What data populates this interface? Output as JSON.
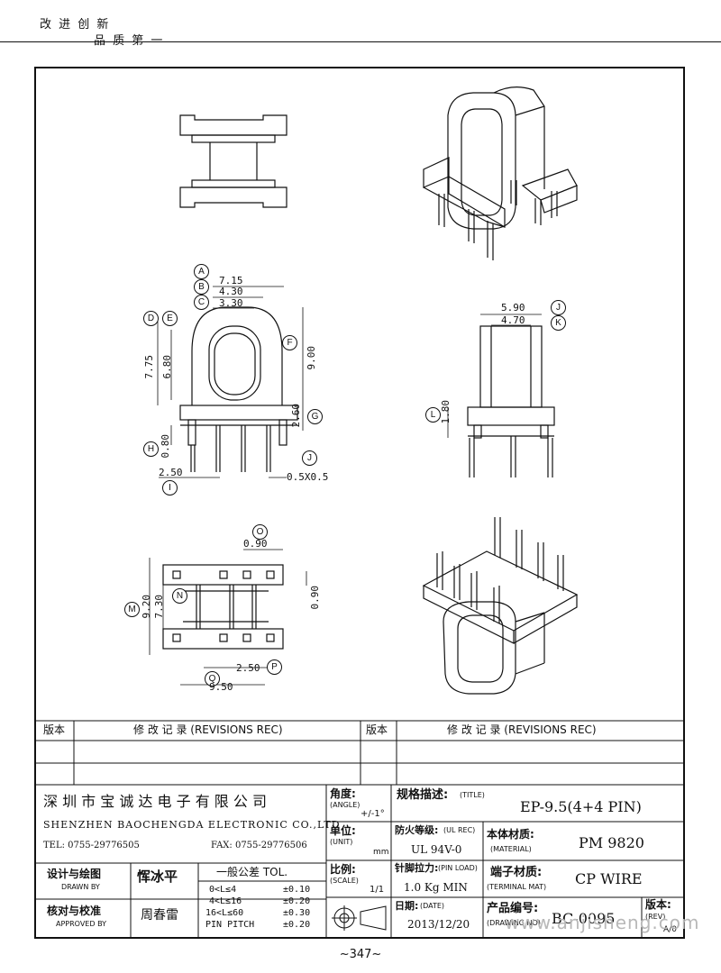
{
  "slogan": {
    "line1": "改 进 创 新",
    "line2": "品 质 第 一"
  },
  "labels": {
    "A": "A",
    "B": "B",
    "C": "C",
    "D": "D",
    "E": "E",
    "F": "F",
    "G": "G",
    "H": "H",
    "I": "I",
    "J": "J",
    "K": "K",
    "L": "L",
    "M": "M",
    "N": "N",
    "O": "O",
    "P": "P",
    "Q": "Q"
  },
  "dims": {
    "d715": "7.15",
    "d430": "4.30",
    "d330": "3.30",
    "d775": "7.75",
    "d680": "6.80",
    "d900": "9.00",
    "d260": "2.60",
    "d080": "0.80",
    "d250": "2.50",
    "d05x05": "0.5X0.5",
    "d590": "5.90",
    "d470": "4.70",
    "d180": "1.80",
    "d090a": "0.90",
    "d090b": "0.90",
    "d920": "9.20",
    "d730": "7.30",
    "d250b": "2.50",
    "d950": "9.50"
  },
  "table": {
    "rev_label": "版本",
    "rev_rec": "修 改 记 录  (REVISIONS REC)",
    "rev_label2": "版本",
    "rev_rec2": "修 改 记 录  (REVISIONS REC)",
    "company_cn": "深 圳 市 宝 诚 达 电 子 有 限 公 司",
    "company_en": "SHENZHEN BAOCHENGDA ELECTRONIC CO.,LTD",
    "tel": "TEL: 0755-29776505",
    "fax": "FAX: 0755-29776506",
    "angle_cn": "角度:",
    "angle_en": "(ANGLE)",
    "angle_val": "+/-1°",
    "unit_cn": "单位:",
    "unit_en": "(UNIT)",
    "unit_val": "mm",
    "scale_cn": "比例:",
    "scale_en": "(SCALE)",
    "scale_val": "1/1",
    "title_cn": "规格描述:",
    "title_en": "(TITLE)",
    "title_val": "EP-9.5(4+4 PIN)",
    "ul_cn": "防火等级:",
    "ul_en": "(UL REC)",
    "ul_val": "UL 94V-0",
    "mat_cn": "本体材质:",
    "mat_en": "(MATERIAL)",
    "mat_val": "PM 9820",
    "pin_cn": "针脚拉力:",
    "pin_en": "(PIN LOAD)",
    "pin_val": "1.0 Kg MIN",
    "term_cn": "端子材质:",
    "term_en": "(TERMINAL MAT)",
    "term_val": "CP WIRE",
    "date_cn": "日期:",
    "date_en": "(DATE)",
    "date_val": "2013/12/20",
    "dwg_cn": "产品编号:",
    "dwg_en": "(DRAWING NO)",
    "dwg_val": "BC-0095",
    "rev_cn": "版本:",
    "rev_en": "(REV)",
    "rev_val": "A/0",
    "drawn_cn": "设计与绘图",
    "drawn_en": "DRAWN BY",
    "drawn_val": "恽冰平",
    "appr_cn": "核对与校准",
    "appr_en": "APPROVED BY",
    "appr_val": "周春雷",
    "tol_title": "一般公差 TOL.",
    "tol_rows": [
      {
        "range": "0<L≤4",
        "val": "±0.10"
      },
      {
        "range": "4<L≤16",
        "val": "±0.20"
      },
      {
        "range": "16<L≤60",
        "val": "±0.30"
      },
      {
        "range": "PIN PITCH",
        "val": "±0.20"
      }
    ]
  },
  "page_number": "~347~",
  "watermark": "www.anjisheng.com"
}
